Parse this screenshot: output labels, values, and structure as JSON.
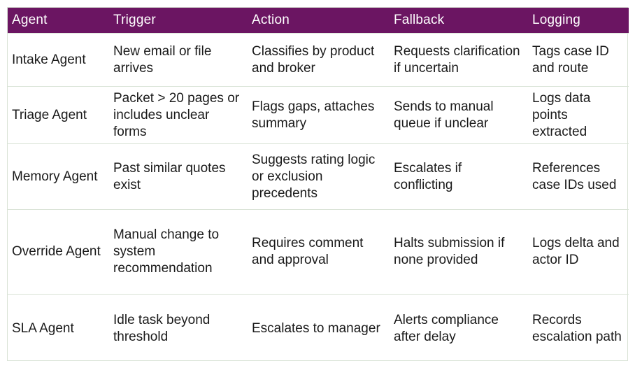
{
  "table": {
    "headers": [
      "Agent",
      "Trigger",
      "Action",
      "Fallback",
      "Logging"
    ],
    "rows": [
      {
        "agent": "Intake Agent",
        "trigger": "New email or file arrives",
        "action": "Classifies by product and broker",
        "fallback": "Requests clarification if uncertain",
        "logging": "Tags case ID and route"
      },
      {
        "agent": "Triage Agent",
        "trigger": "Packet > 20 pages or includes unclear forms",
        "action": "Flags gaps, attaches summary",
        "fallback": "Sends to manual queue if unclear",
        "logging": " Logs data points extracted"
      },
      {
        "agent": "Memory Agent",
        "trigger": "Past similar quotes exist",
        "action": "Suggests rating logic or exclusion precedents",
        "fallback": "Escalates if conflicting",
        "logging": "References case IDs used"
      },
      {
        "agent": "Override Agent",
        "trigger": "Manual change to system recommendation",
        "action": "Requires comment and approval",
        "fallback": "Halts submission if none provided",
        "logging": "Logs delta and actor ID"
      },
      {
        "agent": "SLA Agent",
        "trigger": "Idle task beyond threshold",
        "action": "Escalates to manager",
        "fallback": "Alerts compliance after delay",
        "logging": "Records escalation path"
      }
    ]
  },
  "colors": {
    "header_bg": "#6b1562",
    "header_text": "#ffffff",
    "border": "#d9e3d6",
    "body_text": "#1a1a1a"
  }
}
